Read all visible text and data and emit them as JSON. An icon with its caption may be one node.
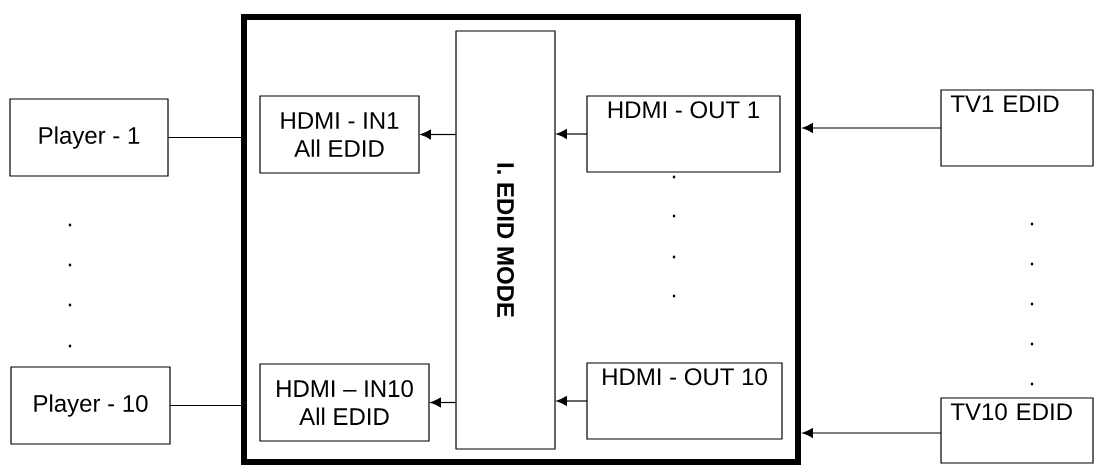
{
  "diagram": {
    "nodes": [
      {
        "text": [],
        "shape": "box"
      },
      {
        "text": [
          "Player - 1"
        ]
      },
      {
        "text": [
          "Player - 10"
        ]
      },
      {
        "text": [
          "HDMI - IN1",
          "All EDID"
        ],
        "in": 0
      },
      {
        "text": [
          "I. EDID MODE"
        ],
        "in": 0
      },
      {
        "text": [
          "HDMI - OUT 1"
        ],
        "in": 0
      },
      {
        "text": [
          "HDMI – IN10",
          "All EDID"
        ],
        "in": 0
      },
      {
        "text": [
          "HDMI - OUT 10"
        ],
        "in": 0
      },
      {
        "text": [
          "TV1 EDID"
        ]
      },
      {
        "text": [
          "TV10 EDID"
        ]
      }
    ],
    "edges": [
      {
        "from": 1,
        "to": 0,
        "arrow": "none"
      },
      {
        "from": 2,
        "to": 0,
        "arrow": "none"
      },
      {
        "from": 4,
        "to": 3,
        "arrow": "to"
      },
      {
        "from": 4,
        "to": 6,
        "arrow": "to"
      },
      {
        "from": 5,
        "to": 4,
        "arrow": "to"
      },
      {
        "from": 7,
        "to": 4,
        "arrow": "to"
      },
      {
        "from": 8,
        "to": 0,
        "arrow": "to"
      },
      {
        "from": 9,
        "to": 0,
        "arrow": "to"
      }
    ],
    "labels": [
      ".",
      ".",
      ".",
      ".",
      ".",
      ".",
      ".",
      ".",
      ".",
      ".",
      ".",
      ".",
      "."
    ]
  }
}
